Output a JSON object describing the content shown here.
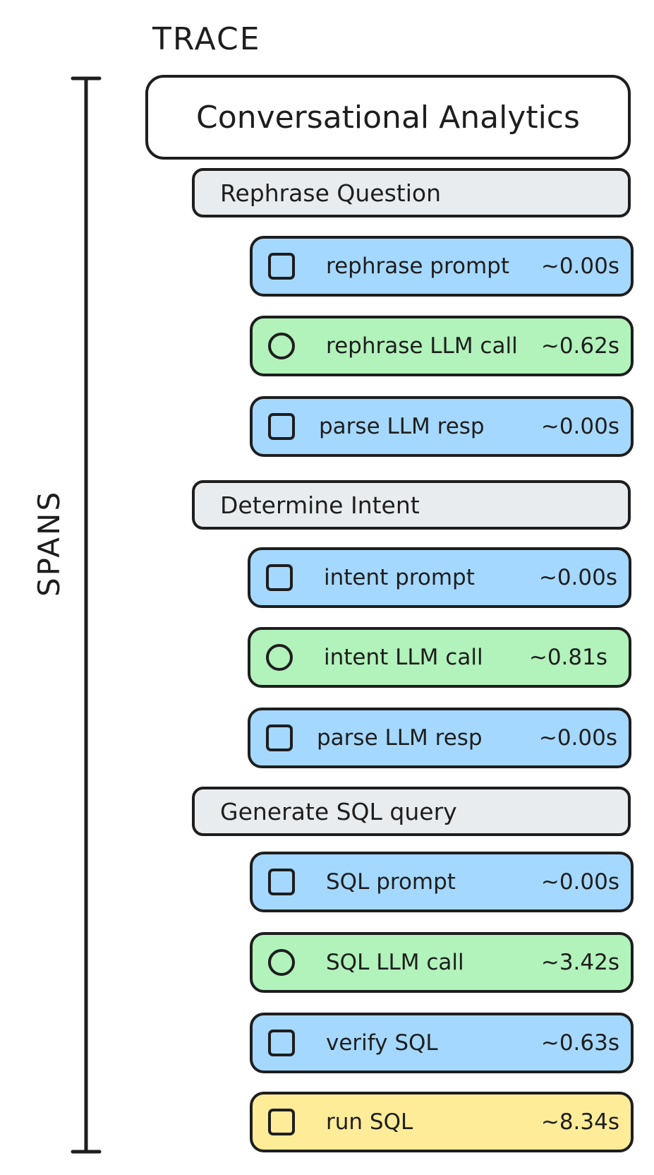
{
  "header": {
    "trace_label": "TRACE",
    "spans_label": "SPANS"
  },
  "root": {
    "label": "Conversational Analytics"
  },
  "groups": [
    {
      "label": "Rephrase Question",
      "spans": [
        {
          "name": "rephrase prompt",
          "duration": "~0.00s",
          "kind": "square",
          "color": "#a5d8ff"
        },
        {
          "name": "rephrase LLM call",
          "duration": "~0.62s",
          "kind": "circle",
          "color": "#b2f2bb"
        },
        {
          "name": "parse LLM resp",
          "duration": "~0.00s",
          "kind": "square",
          "color": "#a5d8ff"
        }
      ]
    },
    {
      "label": "Determine Intent",
      "spans": [
        {
          "name": "intent prompt",
          "duration": "~0.00s",
          "kind": "square",
          "color": "#a5d8ff"
        },
        {
          "name": "intent LLM call",
          "duration": "~0.81s",
          "kind": "circle",
          "color": "#b2f2bb"
        },
        {
          "name": "parse LLM resp",
          "duration": "~0.00s",
          "kind": "square",
          "color": "#a5d8ff"
        }
      ]
    },
    {
      "label": "Generate SQL query",
      "spans": [
        {
          "name": "SQL prompt",
          "duration": "~0.00s",
          "kind": "square",
          "color": "#a5d8ff"
        },
        {
          "name": "SQL LLM call",
          "duration": "~3.42s",
          "kind": "circle",
          "color": "#b2f2bb"
        },
        {
          "name": "verify SQL",
          "duration": "~0.63s",
          "kind": "square",
          "color": "#a5d8ff"
        },
        {
          "name": "run SQL",
          "duration": "~8.34s",
          "kind": "square",
          "color": "#ffec99"
        }
      ]
    }
  ],
  "colors": {
    "stroke": "#1e1e1e",
    "group_fill": "#e9ecef",
    "root_fill": "#ffffff"
  }
}
